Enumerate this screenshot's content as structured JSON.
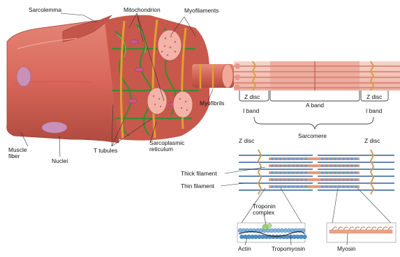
{
  "labels": {
    "sarcolemma": "Sarcolemma",
    "mitochondrion": "Mitochondrion",
    "myofilaments": "Myofilaments",
    "myofibrils": "Myofibrils",
    "muscle_fiber_line1": "Muscle",
    "muscle_fiber_line2": "fiber",
    "nuclei": "Nuclei",
    "t_tubules": "T tubules",
    "sarcoplasmic_line1": "Sarcoplasmic",
    "sarcoplasmic_line2": "reticulum",
    "z_disc_left": "Z disc",
    "z_disc_right": "Z disc",
    "a_band": "A band",
    "i_band_left": "I band",
    "i_band_right": "I band",
    "sarcomere": "Sarcomere",
    "z_disc_lower_left": "Z disc",
    "z_disc_lower_right": "Z disc",
    "thick_filament": "Thick filament",
    "thin_filament": "Thin filament",
    "troponin_line1": "Troponin",
    "troponin_line2": "complex",
    "actin": "Actin",
    "tropomyosin": "Tropomyosin",
    "myosin": "Myosin"
  },
  "colors": {
    "muscle": "#d9675a",
    "muscle_dark": "#b8473d",
    "muscle_light": "#eb9a8c",
    "reticulum": "#4e9b3a",
    "t_tubule": "#e0a030",
    "myofibril_pink": "#f2b3a8",
    "thick_filament": "#e69a7d",
    "thin_filament": "#2f5f9a",
    "z_disc": "#c9a060",
    "actin_bead": "#5f9fd0",
    "bracket": "#444444"
  }
}
